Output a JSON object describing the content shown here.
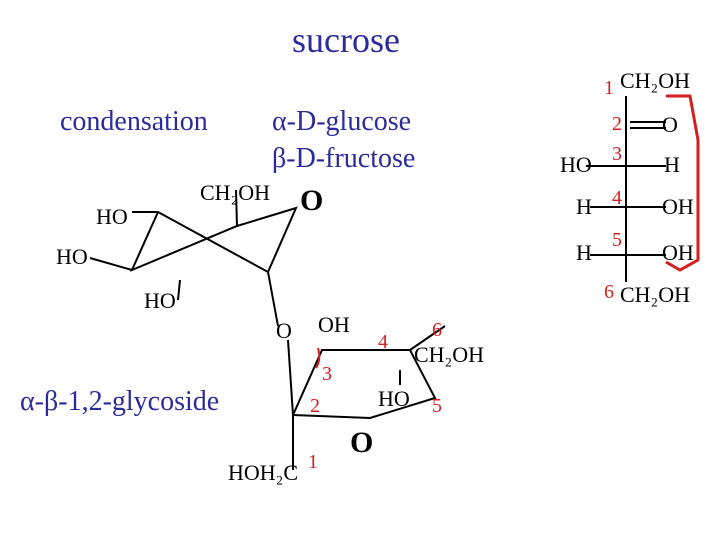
{
  "title": "sucrose",
  "left_text": {
    "condensation": "condensation",
    "glucose": "α-D-glucose",
    "fructose": "β-D-fructose",
    "glycoside": "α-β-1,2-glycoside",
    "sucrose_label": "sucrose"
  },
  "glucose_ring": {
    "ch2oh": "CH₂OH",
    "ring_o": "O",
    "ho_top": "HO",
    "ho_mid": "HO",
    "ho_low": "HO",
    "bridge_o": "O",
    "oh": "OH"
  },
  "fructose_ring": {
    "ring_o": "O",
    "hoh2c": "HOH₂C",
    "ch2oh": "CH₂OH",
    "ho": "HO",
    "num1": "1",
    "num2": "2",
    "num3": "3",
    "num4": "4",
    "num5": "5",
    "num6": "6"
  },
  "fischer": {
    "nums": [
      "1",
      "2",
      "3",
      "4",
      "5",
      "6"
    ],
    "c1": "CH₂OH",
    "c2_right": "O",
    "c3_left": "HO",
    "c3_right": "H",
    "c4_left": "H",
    "c4_right": "OH",
    "c5_left": "H",
    "c5_right": "OH",
    "c6": "CH₂OH"
  },
  "colors": {
    "title": "#2b2b9c",
    "numbers": "#d21f1f",
    "ink": "#000000"
  }
}
